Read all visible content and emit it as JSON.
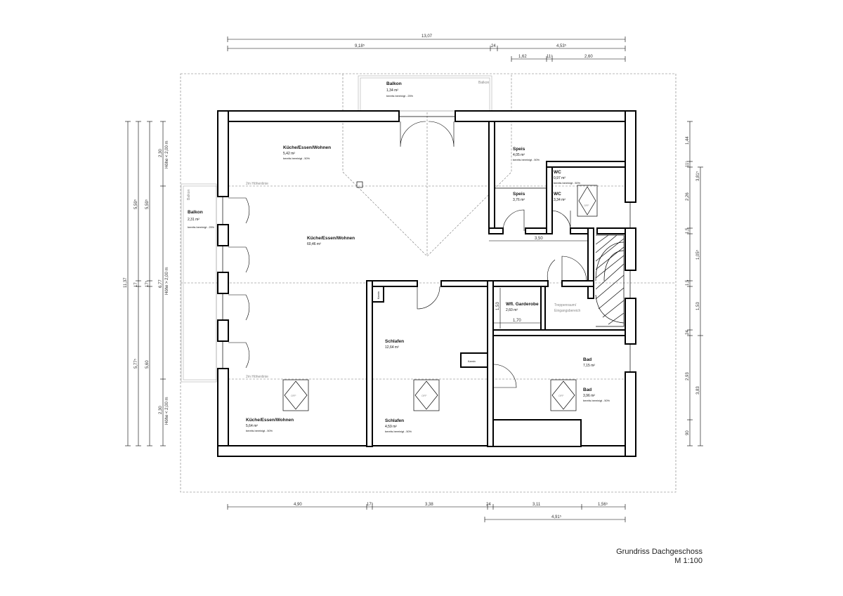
{
  "drawing": {
    "title": "Grundriss Dachgeschoss",
    "scale": "M 1:100"
  },
  "rooms": {
    "balkon_top": {
      "name": "Balkon",
      "area": "1,34 m²",
      "note": "bereits bereinigt - 25%"
    },
    "balkon_top_label": "Balkon",
    "kew_top": {
      "name": "Küche/Essen/Wohnen",
      "area": "5,42 m²",
      "note": "bereits bereinigt - 50%"
    },
    "kew_main": {
      "name": "Küche/Essen/Wohnen",
      "area": "60,46 m²"
    },
    "kew_bottom": {
      "name": "Küche/Essen/Wohnen",
      "area": "5,64 m²",
      "note": "bereits bereinigt - 50%"
    },
    "balkon_left": {
      "name": "Balkon",
      "area": "2,31 m²",
      "note": "bereits bereinigt - 25%"
    },
    "balkon_left_label": "Balkon",
    "speis_top": {
      "name": "Speis",
      "area": "4,05 m²",
      "note": "bereits bereinigt - 50%"
    },
    "speis_low": {
      "name": "Speis",
      "area": "3,76 m²"
    },
    "wc_top": {
      "name": "WC",
      "area": "0,97 m²",
      "note": "bereits bereinigt - 50%"
    },
    "wc_low": {
      "name": "WC",
      "area": "3,34 m²"
    },
    "garderobe": {
      "name": "Wfl. Garderobe",
      "area": "2,60 m²"
    },
    "treppenraum": {
      "name1": "Treppenraum/",
      "name2": "Eingangsbereich"
    },
    "schlafen_main": {
      "name": "Schlafen",
      "area": "12,64 m²"
    },
    "schlafen_low": {
      "name": "Schlafen",
      "area": "4,59 m²",
      "note": "bereits bereinigt - 50%"
    },
    "bad_main": {
      "name": "Bad",
      "area": "7,15 m²"
    },
    "bad_low": {
      "name": "Bad",
      "area": "3,96 m²",
      "note": "bereits bereinigt - 50%"
    },
    "kamin": "Kamin",
    "off": "OFF",
    "hoehenlinie": "2m Höhenlinie"
  },
  "dimensions": {
    "top_total": "13,07",
    "top_a": "9,18⁵",
    "top_b": "24",
    "top_c": "4,53⁵",
    "top_d": "1,62",
    "top_e": "11⁵",
    "top_f": "2,60",
    "bottom_a": "4,90",
    "bottom_b": "17⁵",
    "bottom_c": "3,38",
    "bottom_d": "24",
    "bottom_e": "3,11",
    "bottom_f": "1,56⁵",
    "bottom_total": "4,91⁵",
    "left_total": "11,37",
    "left_a": "5,59⁵",
    "left_b": "5,59⁵",
    "left_c": "5,77⁵",
    "left_d": "5,60",
    "left_e": "17",
    "left_f": "17⁵",
    "left_h1": "2,30",
    "left_h1_note": "Höhe < 2,00 m",
    "left_h2": "6,77",
    "left_h2_note": "Höhe > 2,00 m",
    "left_h3": "2,30",
    "left_h3_note": "Höhe < 2,00 m",
    "right_a": "1,44",
    "right_b": "11⁵",
    "right_c": "2,26",
    "right_d": "3,81⁵",
    "right_e": "1,5",
    "right_f": "1,05⁵",
    "right_g": "1,5",
    "right_h": "1,53",
    "right_i": "24",
    "right_j": "2,93",
    "right_k": "3,83",
    "right_l": "90",
    "inner_350": "3,50",
    "inner_170": "1,70",
    "inner_153": "1,53"
  }
}
